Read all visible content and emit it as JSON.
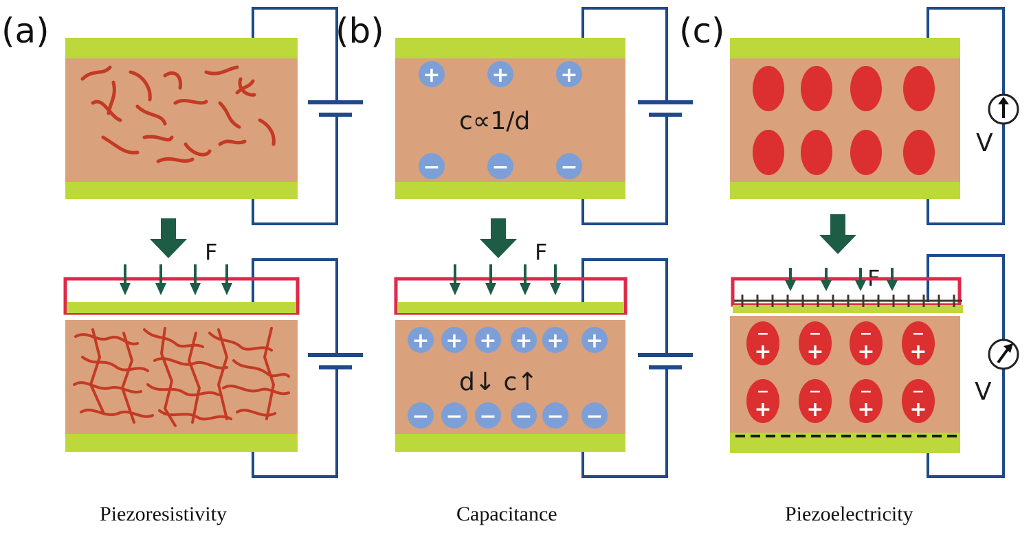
{
  "panels": [
    {
      "letter": "(a)",
      "title": "Piezoresistivity",
      "force_label": "F"
    },
    {
      "letter": "(b)",
      "title": "Capacitance",
      "force_label": "F",
      "relation_top": "c∝1/d",
      "relation_bottom": "d↓ c↑"
    },
    {
      "letter": "(c)",
      "title": "Piezoelectricity",
      "force_label": "F",
      "voltmeter_label": "V"
    }
  ],
  "colors": {
    "electrode": "#bcd83a",
    "material": "#d9a17c",
    "conductive_fiber": "#c43a24",
    "dipole": "#dc2f2f",
    "charge_circle": "#7c9fd8",
    "wire": "#1e4a8c",
    "press_plate": "#e0294a",
    "force_arrow": "#1d5c45"
  },
  "symbols": {
    "plus": "+",
    "minus": "−",
    "negative_charge": "–"
  }
}
